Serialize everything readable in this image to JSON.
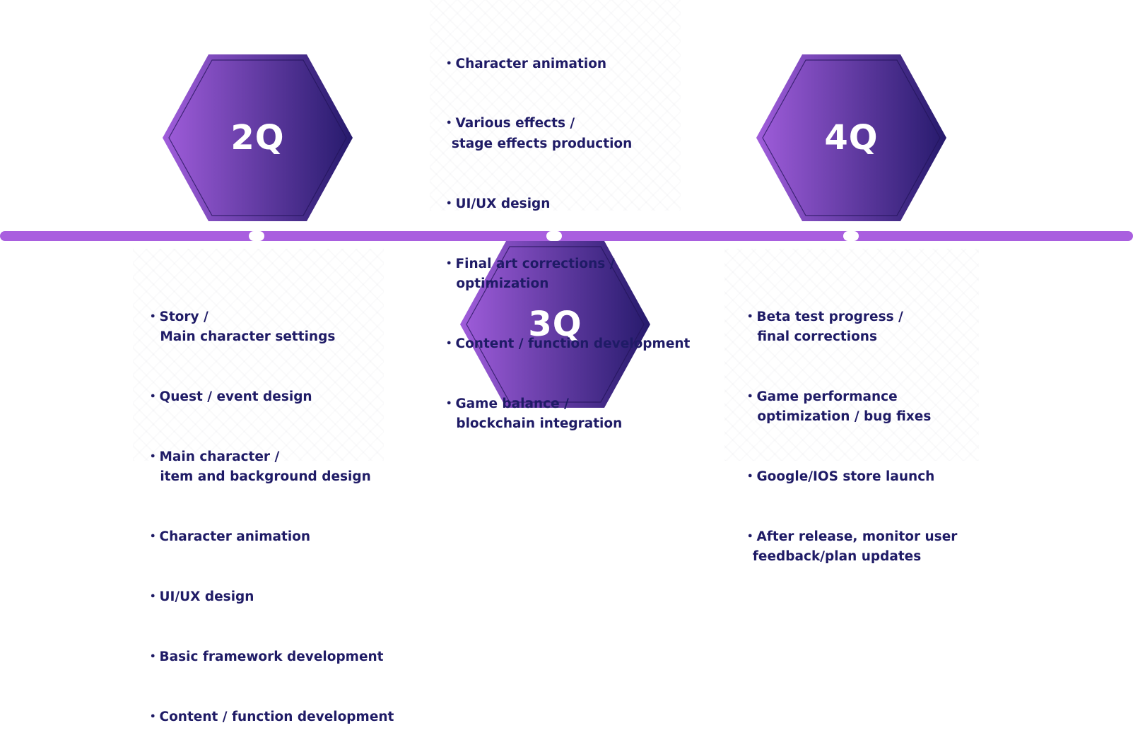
{
  "colors": {
    "timeline": "#a95fdf",
    "hex_light": "#a05ddb",
    "hex_dark": "#261a6c",
    "text": "#1f1b66"
  },
  "quarters": [
    {
      "label": "2Q",
      "items": [
        "・Story /\n   Main character settings",
        "・Quest / event design",
        "・Main character /\n   item and background design",
        "・Character animation",
        "・UI/UX design",
        "・Basic framework development",
        "・Content / function development"
      ]
    },
    {
      "label": "3Q",
      "items": [
        "・Character animation",
        "・Various effects /\n  stage effects production",
        "・UI/UX design",
        "・Final art corrections /\n   optimization",
        "・Content / function development",
        "・Game balance /\n   blockchain integration"
      ]
    },
    {
      "label": "4Q",
      "items": [
        "・Beta test progress /\n   final corrections",
        "・Game performance\n   optimization / bug fixes",
        "・Google/IOS store launch",
        "・After release, monitor user\n  feedback/plan updates"
      ]
    }
  ]
}
